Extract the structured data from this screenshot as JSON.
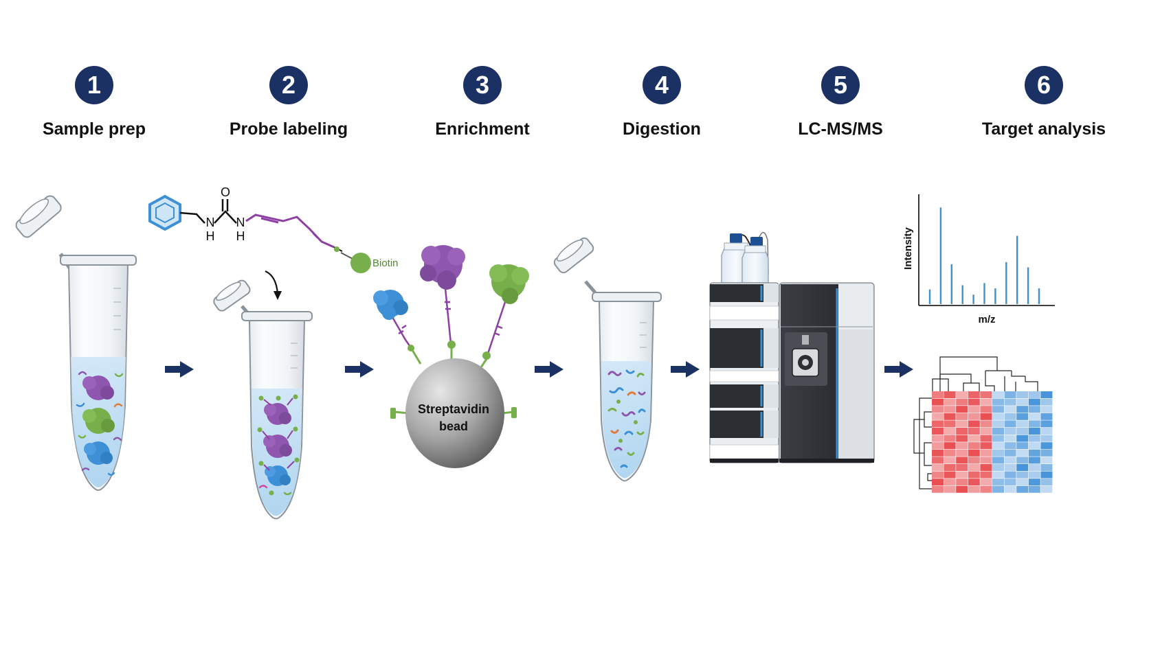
{
  "steps": [
    {
      "number": "1",
      "label": "Sample prep"
    },
    {
      "number": "2",
      "label": "Probe labeling"
    },
    {
      "number": "3",
      "label": "Enrichment"
    },
    {
      "number": "4",
      "label": "Digestion"
    },
    {
      "number": "5",
      "label": "LC-MS/MS"
    },
    {
      "number": "6",
      "label": "Target analysis"
    }
  ],
  "probe": {
    "oxygen": "O",
    "nitrogen": "N",
    "hydrogen": "H",
    "tag_label": "Biotin"
  },
  "bead": {
    "line1": "Streptavidin",
    "line2": "bead"
  },
  "spectrum": {
    "ylabel": "Intensity",
    "xlabel": "m/z",
    "peaks": [
      0.14,
      0.92,
      0.38,
      0.18,
      0.09,
      0.2,
      0.15,
      0.4,
      0.65,
      0.35,
      0.15
    ]
  },
  "colors": {
    "navy": "#1c3163",
    "blue_protein": "#3d8fd6",
    "purple_protein": "#8e56ae",
    "green_protein": "#77b04a",
    "heat_red": "#e8474b",
    "heat_blue": "#3f8fd8"
  }
}
